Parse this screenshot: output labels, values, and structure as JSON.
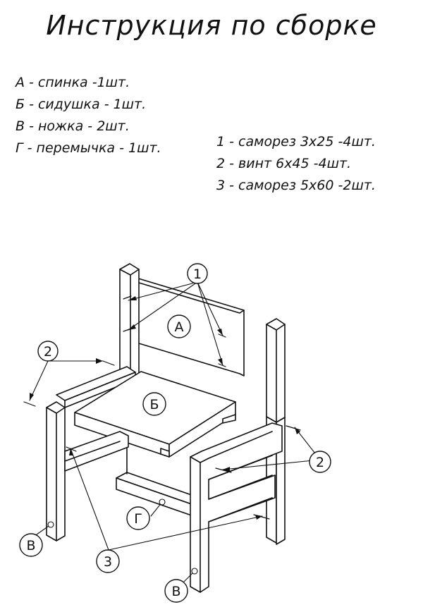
{
  "title": "Инструкция по сборке",
  "parts": [
    {
      "text": "А - спинка -1шт."
    },
    {
      "text": "Б - сидушка - 1шт."
    },
    {
      "text": "В - ножка - 2шт."
    },
    {
      "text": "Г - перемычка - 1шт."
    }
  ],
  "fasteners": [
    {
      "text": "1 - саморез 3х25 -4шт."
    },
    {
      "text": "2 - винт 6х45 -4шт."
    },
    {
      "text": "3 - саморез 5х60 -2шт."
    }
  ],
  "labels": {
    "back": "А",
    "seat": "Б",
    "crossbar": "Г",
    "leg_left": "В",
    "leg_right": "В",
    "screw1": "1",
    "bolt2_left": "2",
    "bolt2_right": "2",
    "screw3": "3"
  }
}
